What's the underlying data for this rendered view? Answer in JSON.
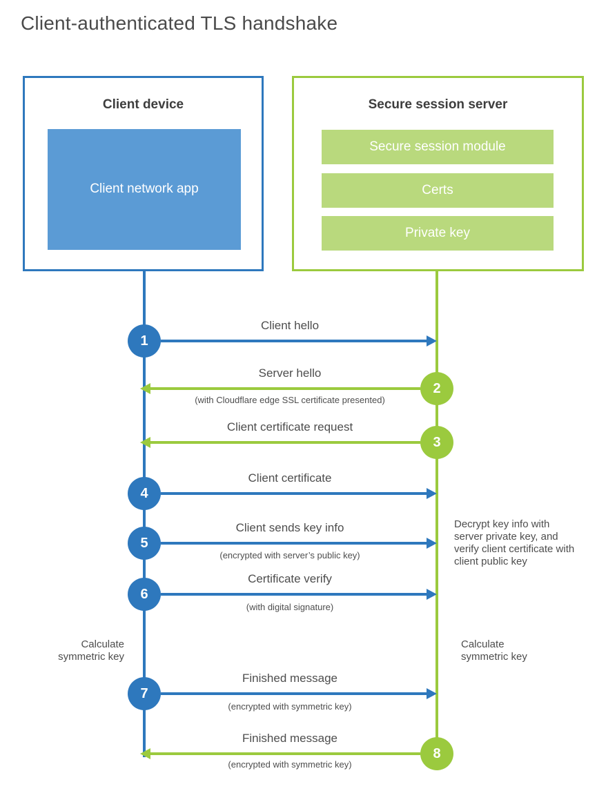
{
  "title": "Client-authenticated TLS handshake",
  "client_box": {
    "heading": "Client device",
    "app_label": "Client network app"
  },
  "server_box": {
    "heading": "Secure session server",
    "modules": [
      "Secure session module",
      "Certs",
      "Private key"
    ]
  },
  "steps": [
    {
      "number": "1",
      "actor": "client",
      "direction": "right",
      "label": "Client hello",
      "sublabel": ""
    },
    {
      "number": "2",
      "actor": "server",
      "direction": "left",
      "label": "Server hello",
      "sublabel": "(with Cloudflare edge SSL certificate presented)"
    },
    {
      "number": "3",
      "actor": "server",
      "direction": "left",
      "label": "Client certificate request",
      "sublabel": ""
    },
    {
      "number": "4",
      "actor": "client",
      "direction": "right",
      "label": "Client certificate",
      "sublabel": ""
    },
    {
      "number": "5",
      "actor": "client",
      "direction": "right",
      "label": "Client sends key info",
      "sublabel": "(encrypted with server’s public key)"
    },
    {
      "number": "6",
      "actor": "client",
      "direction": "right",
      "label": "Certificate verify",
      "sublabel": "(with digital signature)"
    },
    {
      "number": "7",
      "actor": "client",
      "direction": "right",
      "label": "Finished message",
      "sublabel": "(encrypted with symmetric key)"
    },
    {
      "number": "8",
      "actor": "server",
      "direction": "left",
      "label": "Finished message",
      "sublabel": "(encrypted with symmetric key)"
    }
  ],
  "notes": {
    "decrypt": "Decrypt key info with server private key, and verify client certificate with client public key",
    "calc_left": "Calculate symmetric key",
    "calc_right": "Calculate symmetric key"
  },
  "colors": {
    "client_blue": "#2e78bd",
    "client_blue_fill": "#5b9bd5",
    "server_green": "#9bca3e",
    "server_green_fill": "#b9d97d",
    "text_gray": "#4d4d4d",
    "heading_gray": "#3d3d3d"
  }
}
